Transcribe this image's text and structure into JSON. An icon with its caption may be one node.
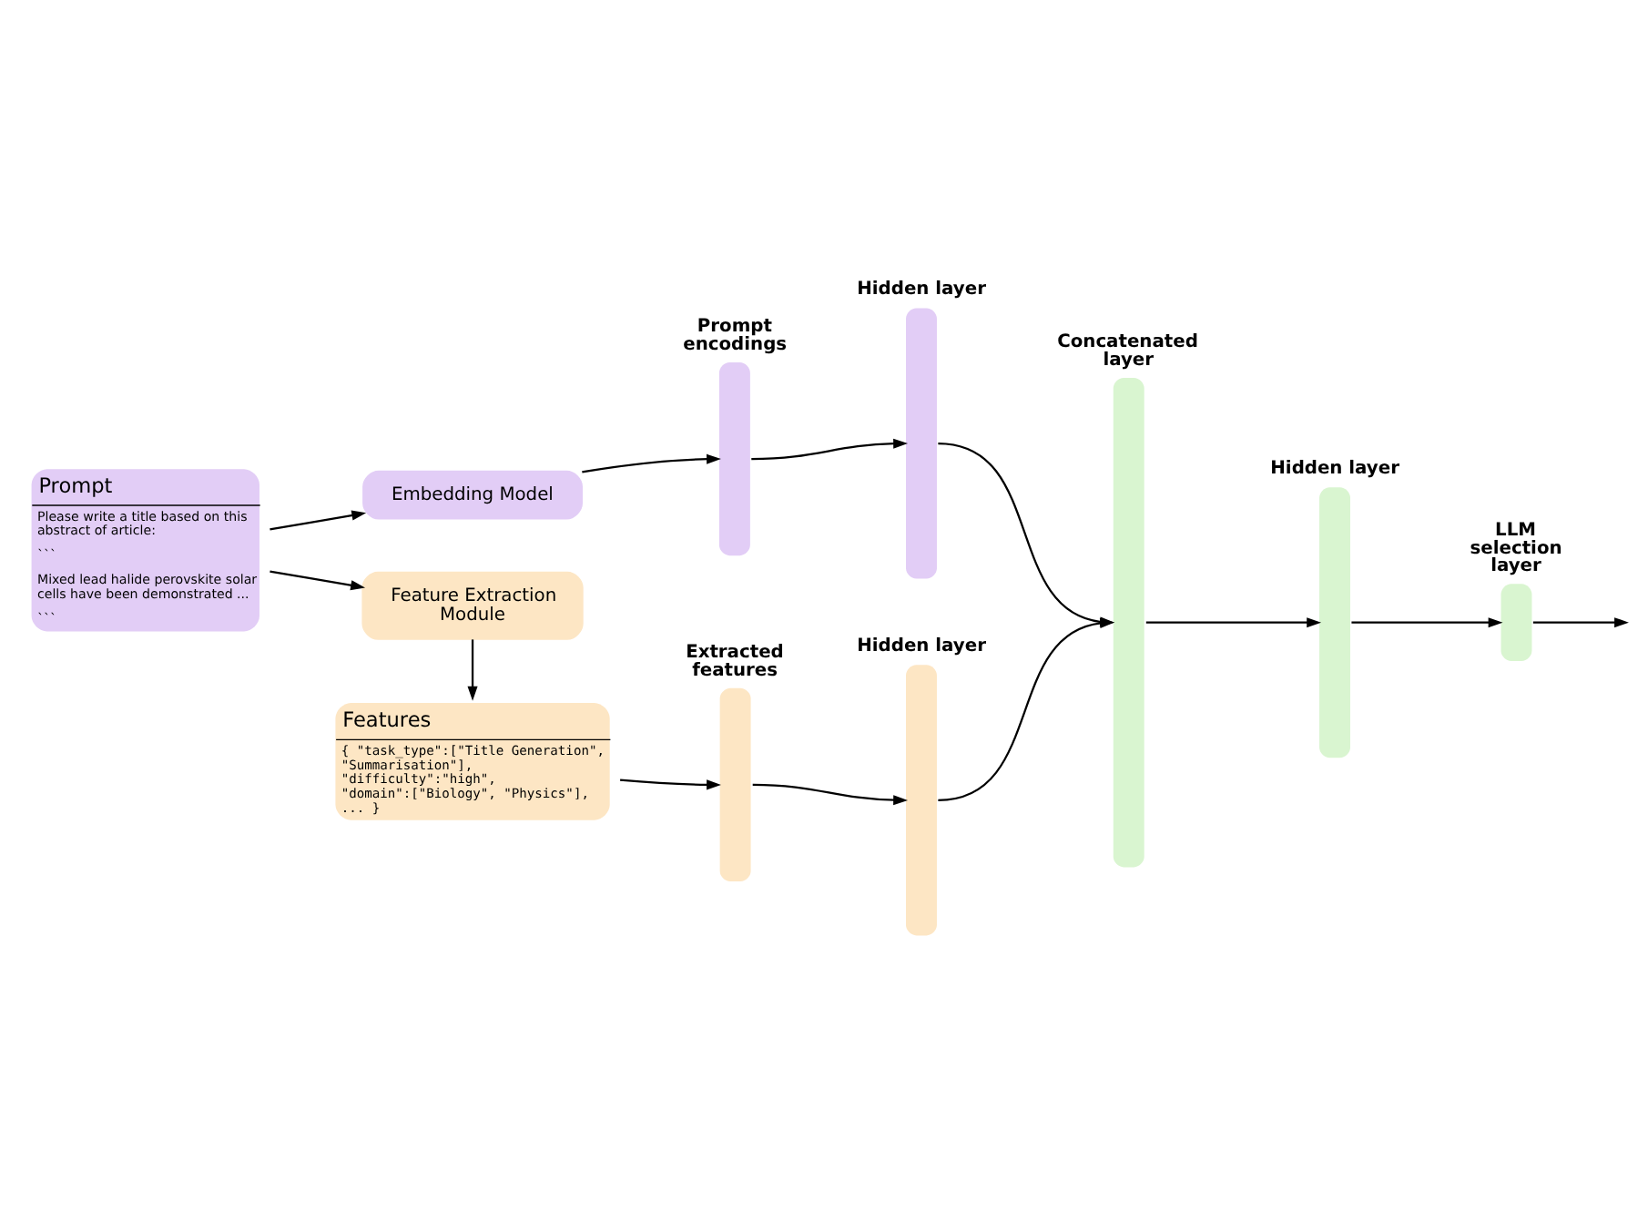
{
  "diagram": {
    "nodes": [
      {
        "text": [
          "Prompt",
          "Please write a title based on this abstract of article:",
          "```",
          "Mixed lead halide perovskite solar cells have been demonstrated ...",
          "```"
        ]
      },
      {
        "text": [
          "Embedding Model"
        ]
      },
      {
        "text": [
          "Feature Extraction Module"
        ]
      },
      {
        "text": [
          "Features",
          "{ \"task_type\":[\"Title Generation\", \"Summarisation\"], \"difficulty\":\"high\", \"domain\":[\"Biology\", \"Physics\"], ... }"
        ]
      },
      {
        "text": [],
        "shape": "bar",
        "beside": [
          "Prompt encodings"
        ]
      },
      {
        "text": [],
        "shape": "bar",
        "beside": [
          "Hidden layer"
        ]
      },
      {
        "text": [],
        "shape": "bar",
        "beside": [
          "Extracted features"
        ]
      },
      {
        "text": [],
        "shape": "bar",
        "beside": [
          "Hidden layer"
        ]
      },
      {
        "text": [],
        "shape": "bar",
        "beside": [
          "Concatenated layer"
        ]
      },
      {
        "text": [],
        "shape": "bar",
        "beside": [
          "Hidden layer"
        ]
      },
      {
        "text": [],
        "shape": "bar",
        "beside": [
          "LLM selection layer"
        ]
      }
    ],
    "edges": [
      {
        "from": 0,
        "to": 1,
        "arrow": "to"
      },
      {
        "from": 0,
        "to": 2,
        "arrow": "to"
      },
      {
        "from": 2,
        "to": 3,
        "arrow": "to"
      },
      {
        "from": 1,
        "to": 4,
        "arrow": "to"
      },
      {
        "from": 4,
        "to": 5,
        "arrow": "to"
      },
      {
        "from": 3,
        "to": 6,
        "arrow": "to"
      },
      {
        "from": 6,
        "to": 7,
        "arrow": "to"
      },
      {
        "from": 5,
        "to": 8,
        "arrow": "to"
      },
      {
        "from": 7,
        "to": 8,
        "arrow": "to"
      },
      {
        "from": 8,
        "to": 9,
        "arrow": "to"
      },
      {
        "from": 9,
        "to": 10,
        "arrow": "to"
      },
      {
        "from": 10,
        "to": null,
        "arrow": "to"
      }
    ]
  }
}
